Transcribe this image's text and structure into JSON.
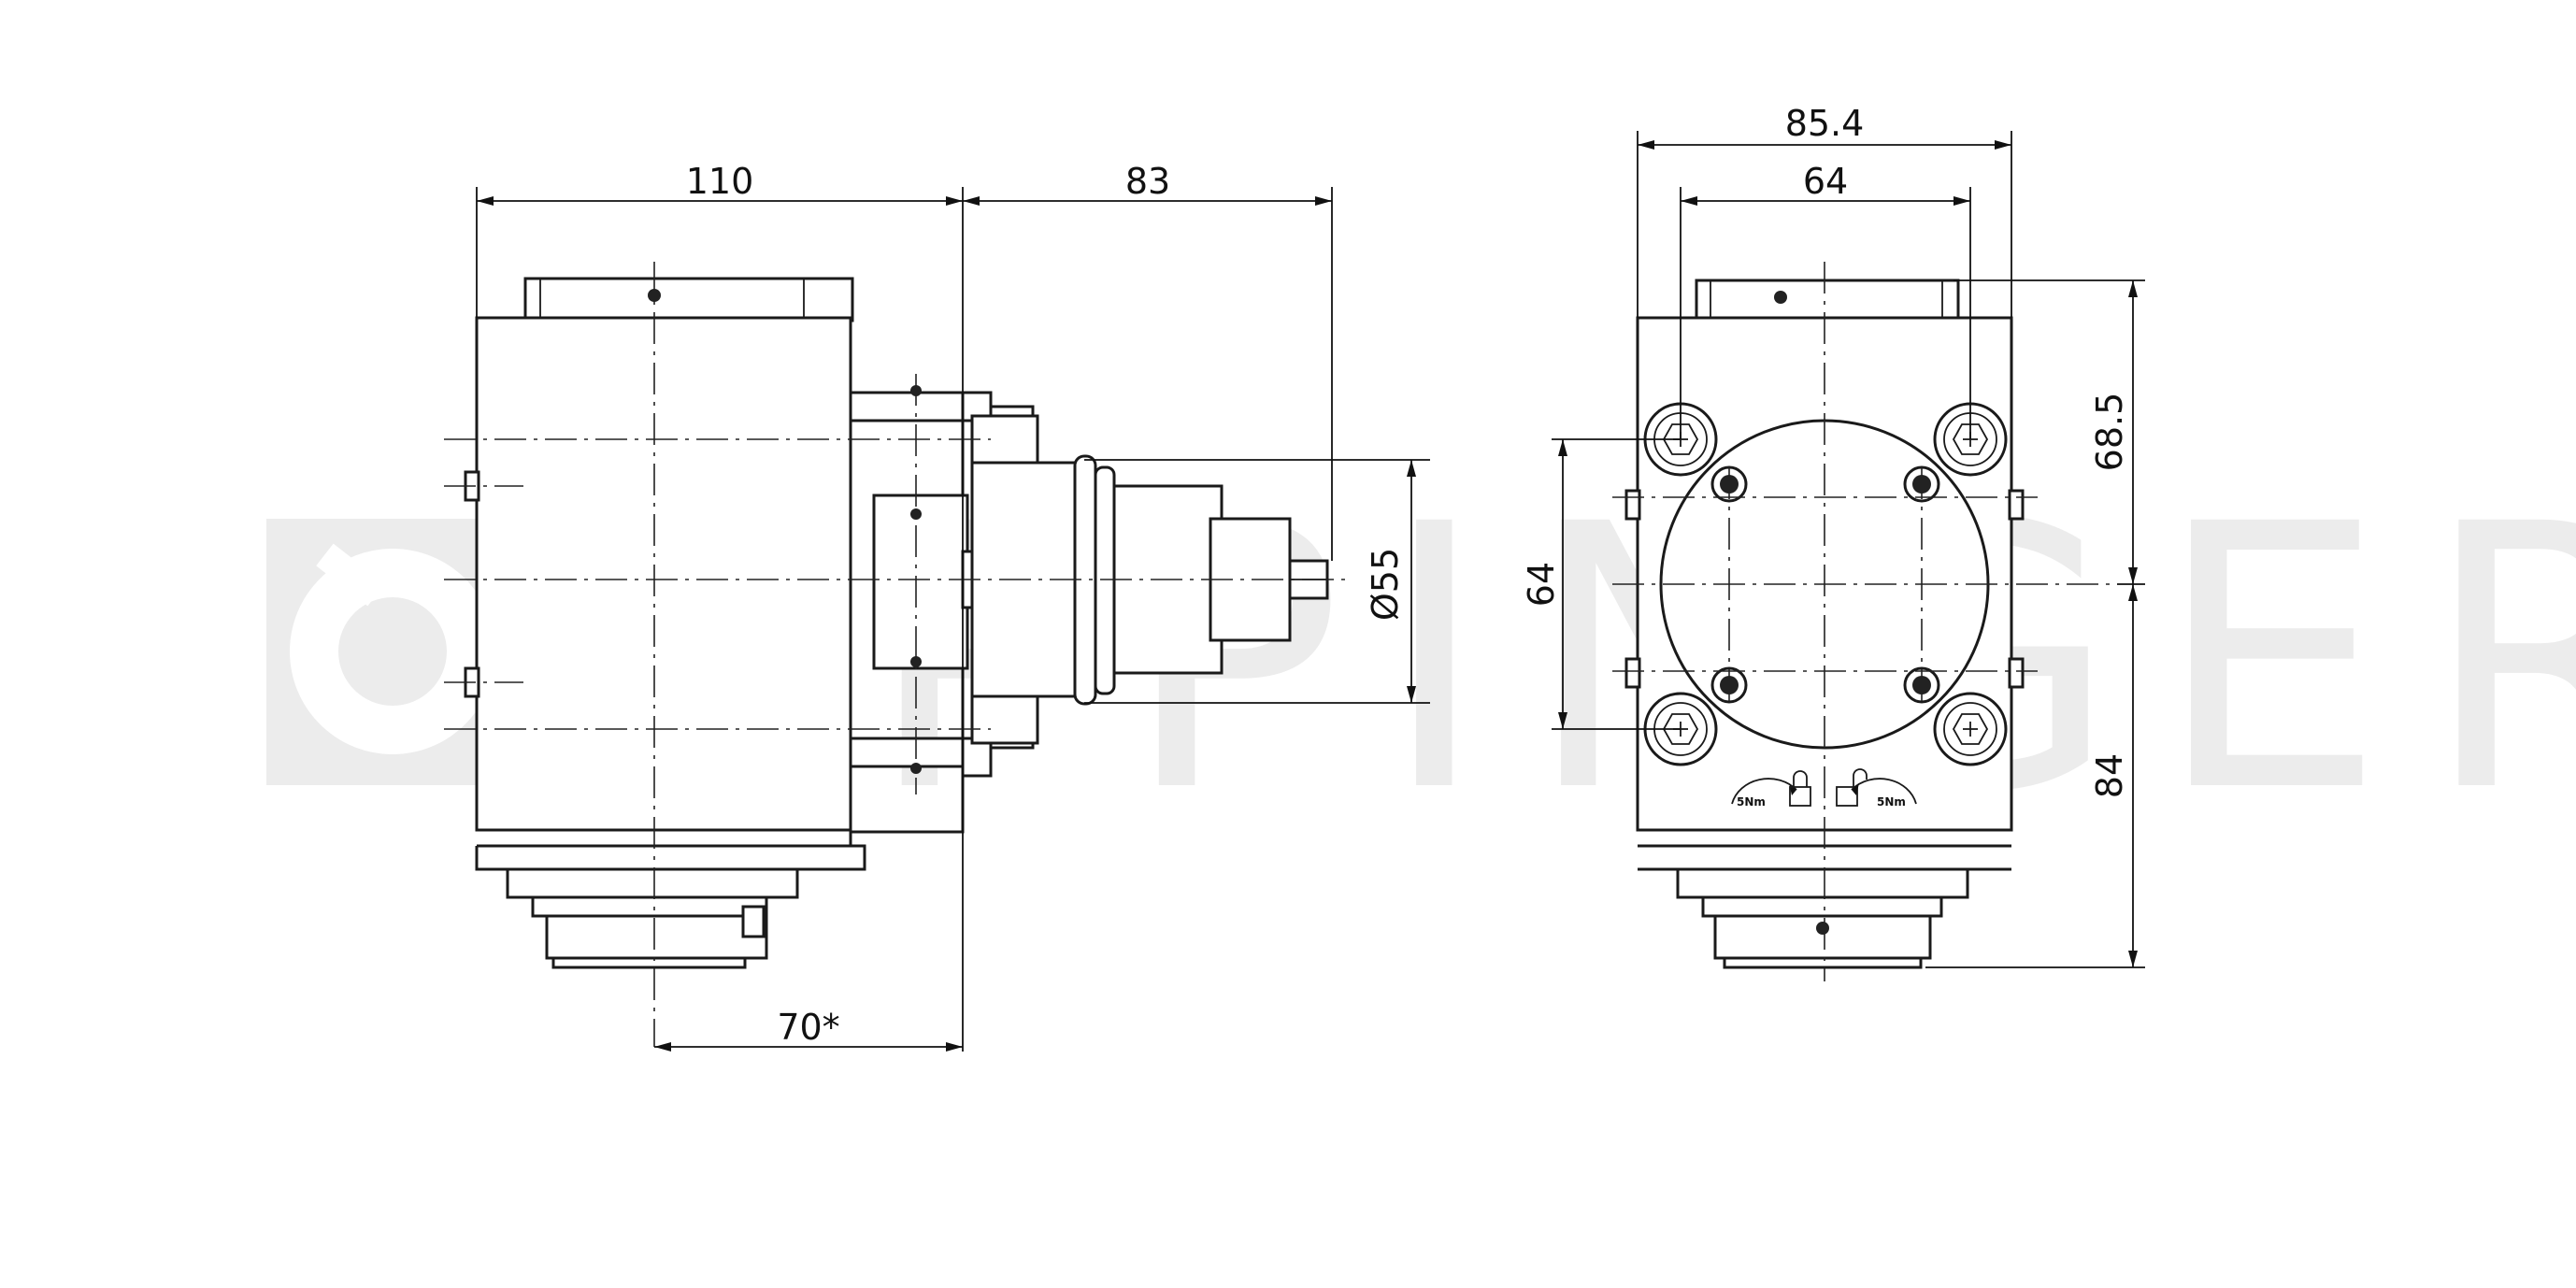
{
  "watermark": "EPPINGER",
  "side_view": {
    "dimensions": {
      "width": "110",
      "offset": "83",
      "diameter": "Ø55",
      "center_distance": "70*"
    }
  },
  "front_view": {
    "dimensions": {
      "width_overall": "85.4",
      "bolt_pattern_horizontal": "64",
      "bolt_pattern_vertical": "64",
      "height_upper": "68.5",
      "height_lower": "84"
    },
    "torque_left": "5Nm",
    "torque_right": "5Nm"
  }
}
